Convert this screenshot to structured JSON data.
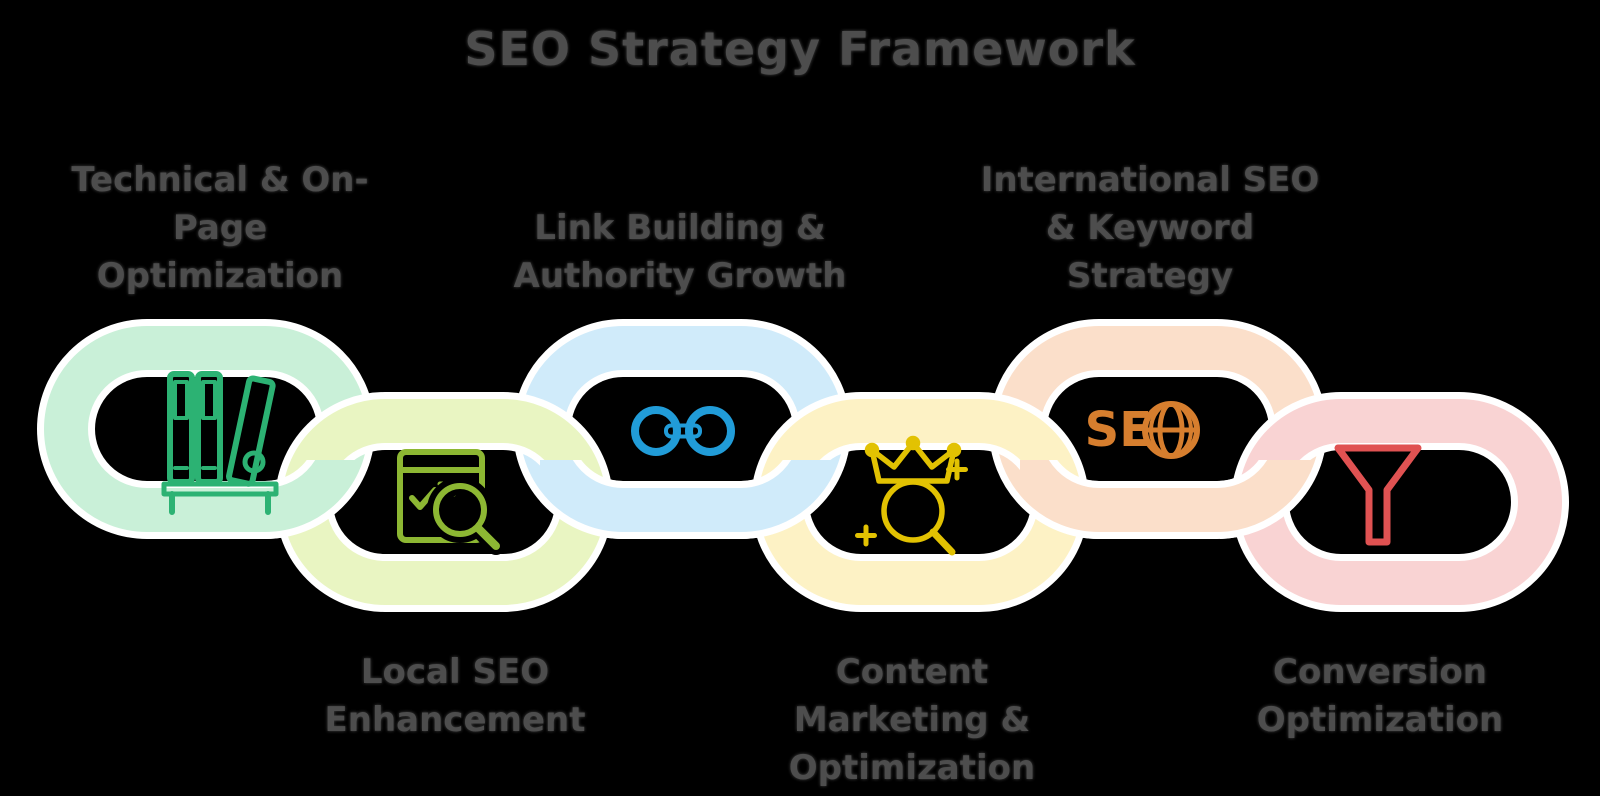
{
  "title": "SEO Strategy Framework",
  "colors": {
    "background": "#000000",
    "text": "#4d4d4d",
    "ring_outline": "#ffffff"
  },
  "links": [
    {
      "id": "technical",
      "label_lines": [
        "Technical & On-",
        "Page",
        "Optimization"
      ],
      "label_position": "top",
      "ring_color": "#c9f0d8",
      "icon": "books-icon",
      "icon_color": "#2cb273"
    },
    {
      "id": "local-seo",
      "label_lines": [
        "Local SEO",
        "Enhancement"
      ],
      "label_position": "bottom",
      "ring_color": "#e9f5c2",
      "icon": "browser-audit-icon",
      "icon_color": "#8db733"
    },
    {
      "id": "link-building",
      "label_lines": [
        "Link Building &",
        "Authority Growth"
      ],
      "label_position": "top",
      "ring_color": "#d0ebfa",
      "icon": "chain-link-icon",
      "icon_color": "#219cd8"
    },
    {
      "id": "content-marketing",
      "label_lines": [
        "Content",
        "Marketing &",
        "Optimization"
      ],
      "label_position": "bottom",
      "ring_color": "#fdf2c5",
      "icon": "crown-search-icon",
      "icon_color": "#e2c202"
    },
    {
      "id": "international",
      "label_lines": [
        "International SEO",
        "& Keyword",
        "Strategy"
      ],
      "label_position": "top",
      "ring_color": "#fbdfca",
      "icon": "seo-globe-icon",
      "icon_color": "#d67e2e",
      "icon_text": "SE"
    },
    {
      "id": "conversion",
      "label_lines": [
        "Conversion",
        "Optimization"
      ],
      "label_position": "bottom",
      "ring_color": "#f9d3d3",
      "icon": "funnel-icon",
      "icon_color": "#e05252"
    }
  ]
}
